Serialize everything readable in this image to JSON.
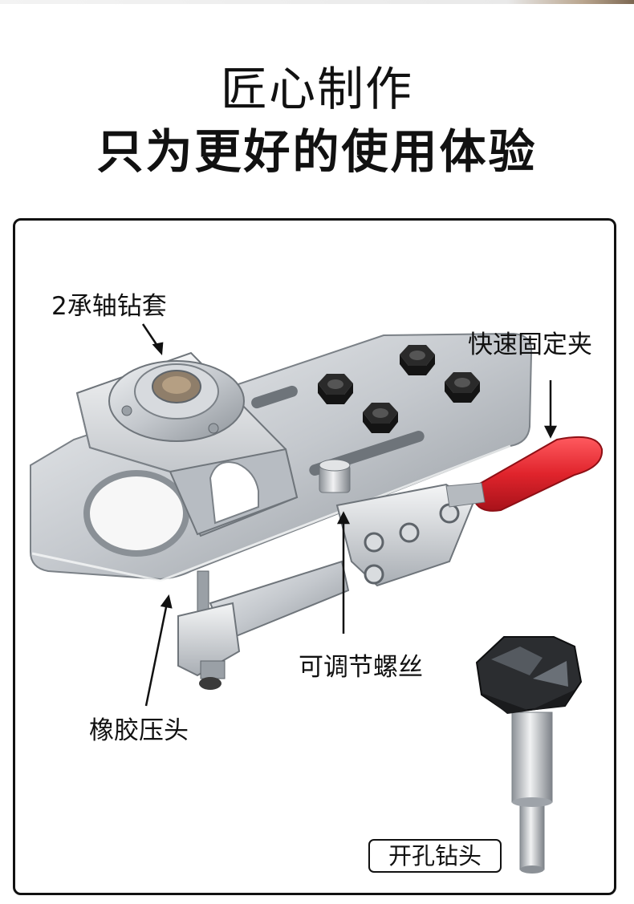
{
  "headline": {
    "line1": "匠心制作",
    "line2": "只为更好的使用体验"
  },
  "callouts": {
    "bearing_sleeve": "2承轴钻套",
    "quick_clamp": "快速固定夹",
    "adjust_screw": "可调节螺丝",
    "rubber_head": "橡胶压头"
  },
  "drill_bit": {
    "label": "开孔钻头"
  },
  "colors": {
    "handle_red": "#e0242c",
    "steel": "#c9cdd2",
    "nut_black": "#1e1e1e",
    "frame_border": "#111111"
  }
}
